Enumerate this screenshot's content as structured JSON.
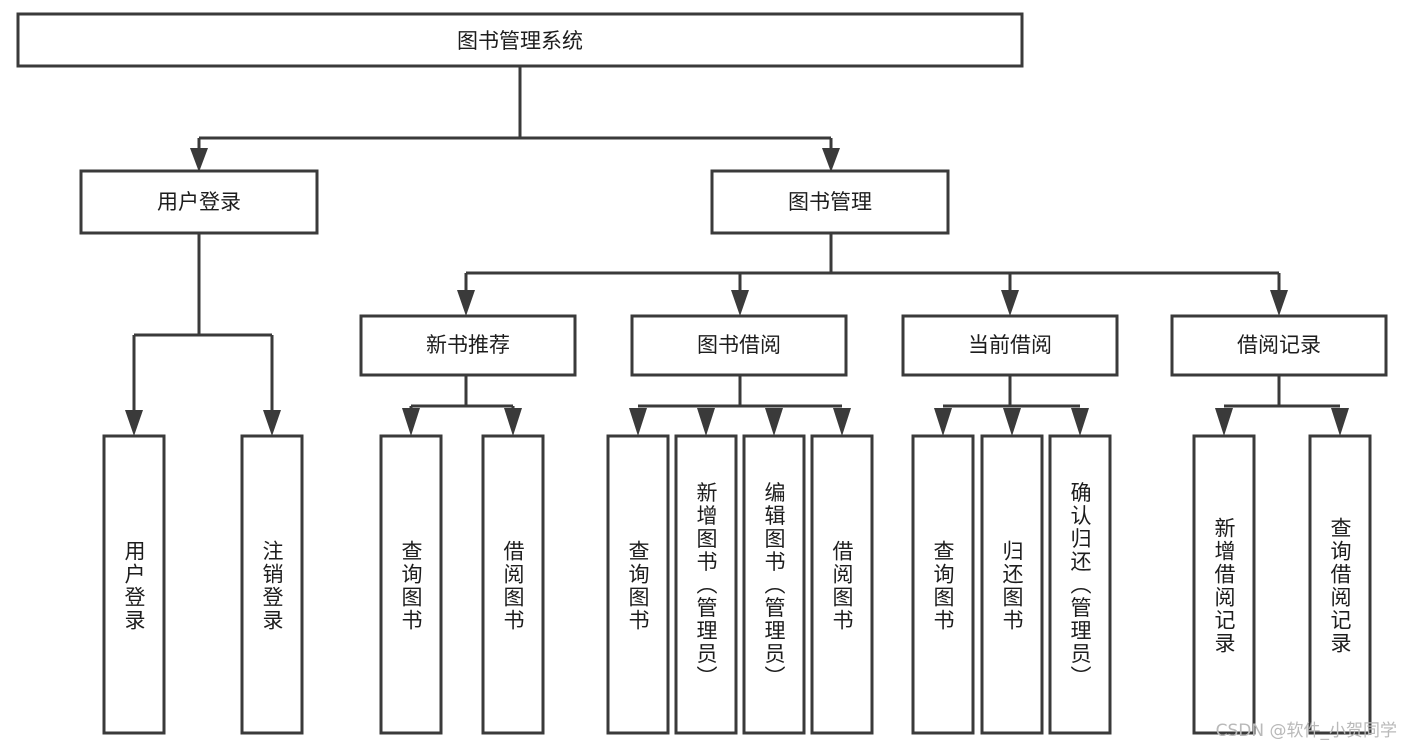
{
  "diagram": {
    "type": "tree-hierarchy-chart",
    "title": "图书管理系统",
    "orientation": "top-down",
    "colors": {
      "stroke": "#3a3a3a",
      "fill": "#ffffff",
      "text": "#1d1d1d",
      "watermark": "#b9b9b9"
    },
    "root": {
      "label": "图书管理系统"
    },
    "level2": [
      {
        "label": "用户登录"
      },
      {
        "label": "图书管理"
      }
    ],
    "level3": [
      {
        "label": "新书推荐"
      },
      {
        "label": "图书借阅"
      },
      {
        "label": "当前借阅"
      },
      {
        "label": "借阅记录"
      }
    ],
    "leaves": {
      "user_login": [
        {
          "label": "用户登录"
        },
        {
          "label": "注销登录"
        }
      ],
      "new_book_recommend": [
        {
          "label": "查询图书"
        },
        {
          "label": "借阅图书"
        }
      ],
      "book_borrow": [
        {
          "label": "查询图书"
        },
        {
          "label": "新增图书（管理员）"
        },
        {
          "label": "编辑图书（管理员）"
        },
        {
          "label": "借阅图书"
        }
      ],
      "current_borrow": [
        {
          "label": "查询图书"
        },
        {
          "label": "归还图书"
        },
        {
          "label": "确认归还（管理员）"
        }
      ],
      "borrow_record": [
        {
          "label": "新增借阅记录"
        },
        {
          "label": "查询借阅记录"
        }
      ]
    }
  },
  "watermark": {
    "text": "CSDN @软件_小贺同学"
  }
}
